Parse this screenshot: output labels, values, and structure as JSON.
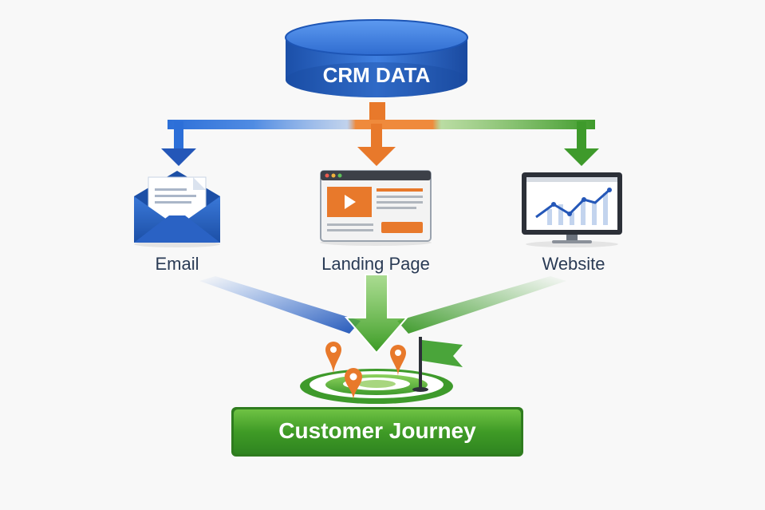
{
  "source": {
    "label": "CRM DATA"
  },
  "channels": [
    {
      "label": "Email",
      "icon": "envelope-icon",
      "color": "#2457b8"
    },
    {
      "label": "Landing Page",
      "icon": "landing-page-browser-icon",
      "color": "#e8792b"
    },
    {
      "label": "Website",
      "icon": "analytics-monitor-icon",
      "color": "#3e9a2b"
    }
  ],
  "destination": {
    "label": "Customer Journey"
  },
  "colors": {
    "blue": "#2457b8",
    "orange": "#e8792b",
    "green": "#3e9a2b",
    "text": "#2a3b55"
  }
}
